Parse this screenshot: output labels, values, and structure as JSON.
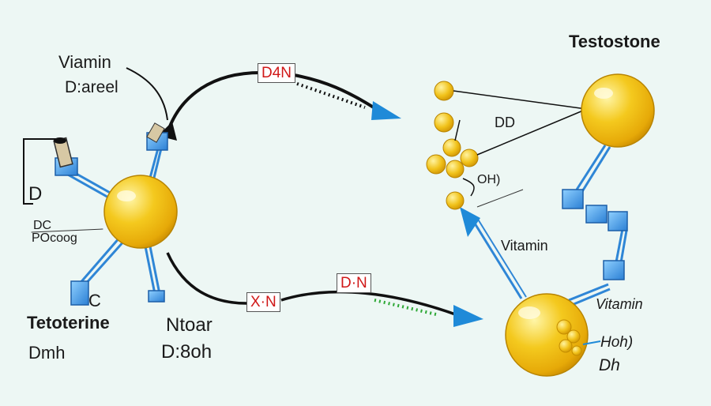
{
  "labels": {
    "testosterone_top": "Testostone",
    "vitamin_left": "Viamin",
    "d_areel": "D:areel",
    "d_side": "D",
    "dc": "DC",
    "pocoog": "POcoog",
    "c_mark": "C",
    "teto": "Tetoterine",
    "dmh": "Dmh",
    "ntoar": "Ntoar",
    "d8oh": "D:8oh",
    "dd": "DD",
    "oh": "OH)",
    "vitamin_mid": "Vitamin",
    "vitamin_right": "Vitamin",
    "hoh": "Hoh)",
    "dh": "Dh"
  },
  "tags": {
    "top": "D4N",
    "mid_left": "X·N",
    "mid_right": "D·N"
  },
  "colors": {
    "background": "#edf7f4",
    "molecule": "#f2c21a",
    "bond": "#2f86d6",
    "arrow": "#1f8ad8",
    "tag_text": "#d01818",
    "dotted_green": "#2ea836"
  }
}
